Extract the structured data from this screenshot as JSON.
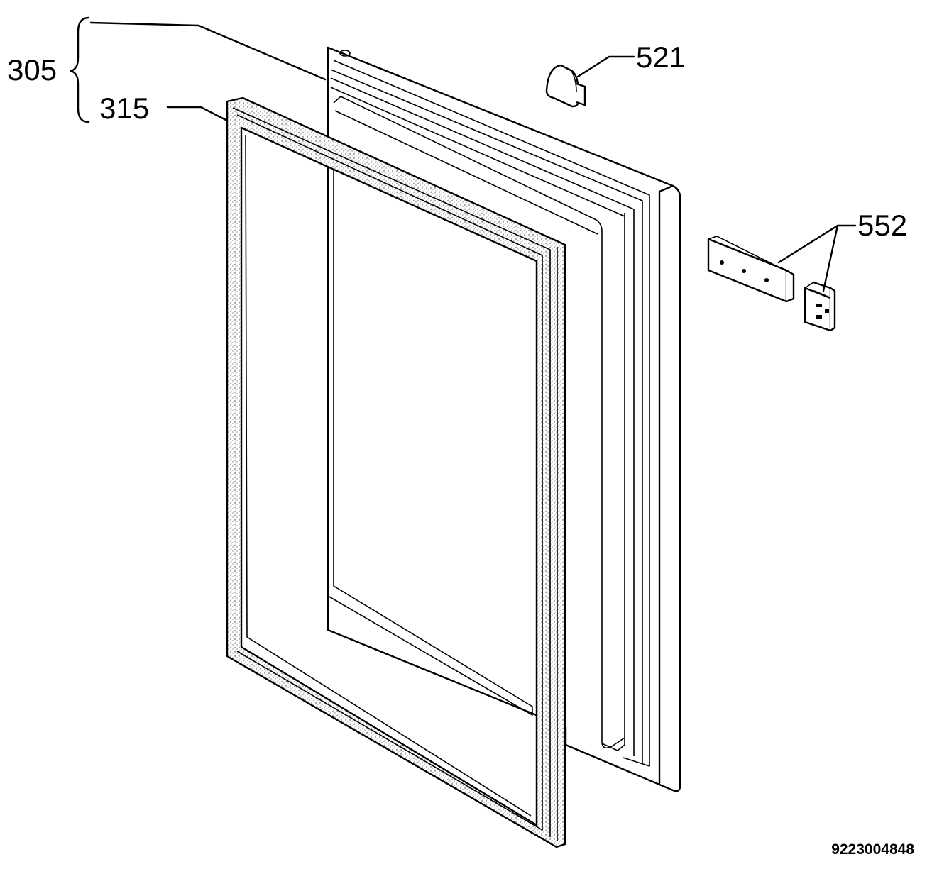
{
  "labels": {
    "door_assembly": "305",
    "gasket": "315",
    "handle_cap": "521",
    "hinge": "552"
  },
  "diagram_code": "9223004848",
  "colors": {
    "line": "#000000",
    "background": "#ffffff"
  }
}
